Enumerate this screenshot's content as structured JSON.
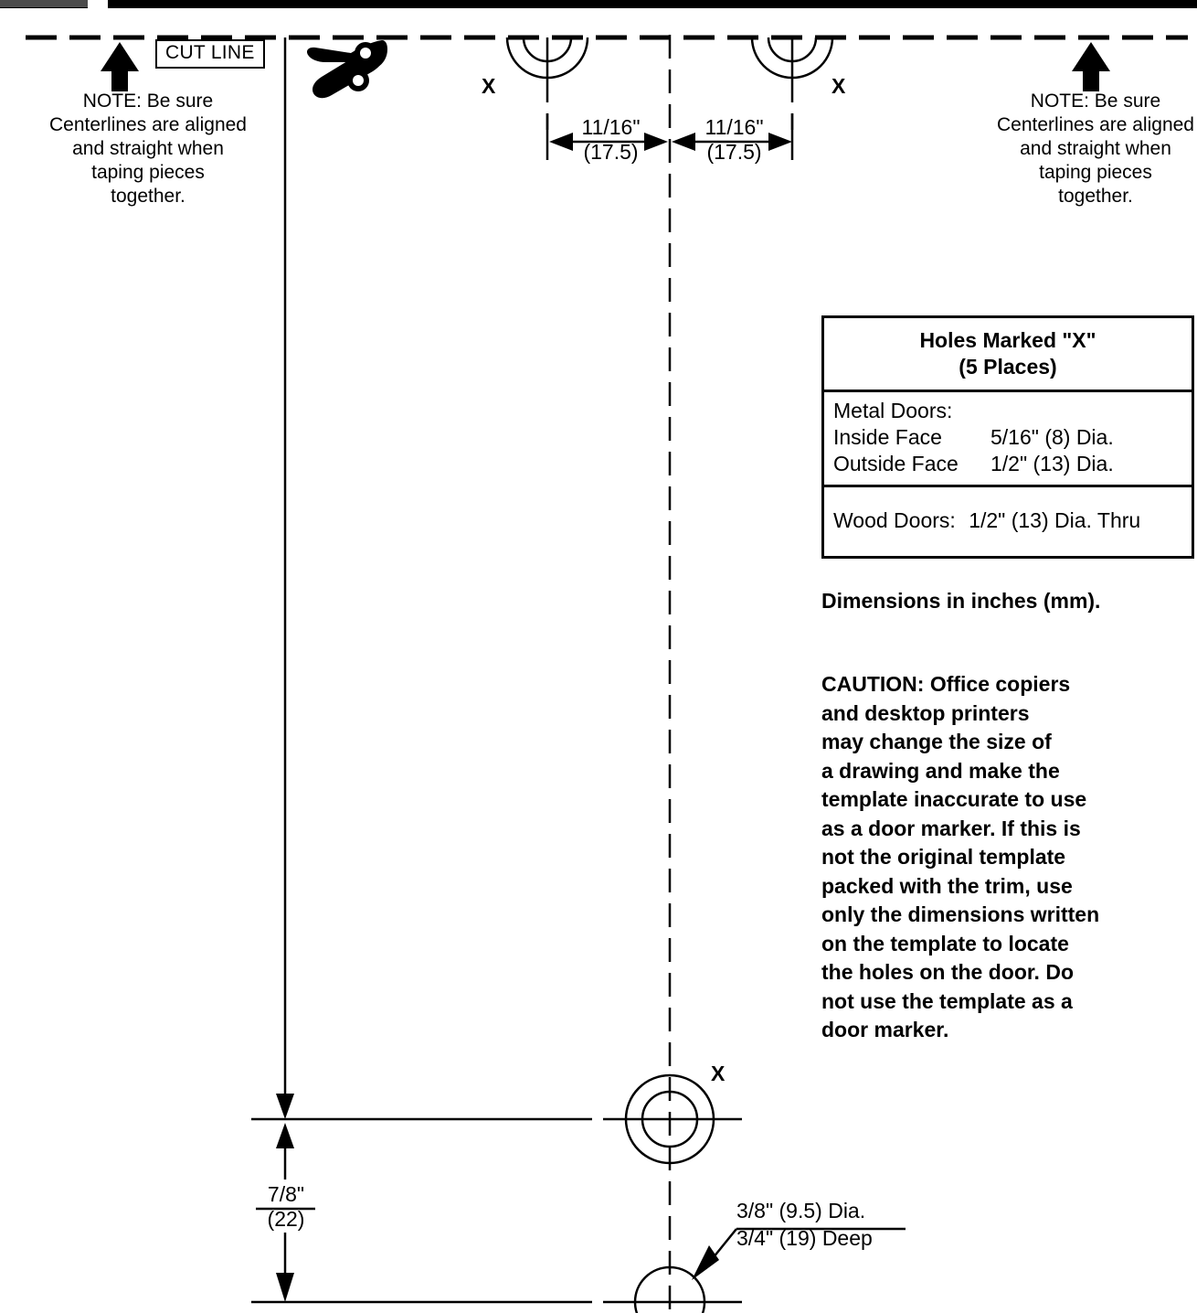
{
  "document": {
    "type": "door-hardware-drilling-template",
    "title_bar_present": true
  },
  "cut_line": {
    "label": "CUT LINE",
    "scissors_icon": "scissors-icon",
    "arrow_icon": "up-arrow-icon"
  },
  "notes": {
    "left": "NOTE: Be sure\nCenterlines are aligned\nand straight when\ntaping pieces\ntogether.",
    "right": "NOTE: Be sure\nCenterlines are aligned\nand straight when\ntaping pieces\ntogether.",
    "left_lines": [
      "NOTE: Be sure",
      "Centerlines are aligned",
      "and straight when",
      "taping pieces",
      "together."
    ],
    "right_lines": [
      "NOTE: Be sure",
      "Centerlines are aligned",
      "and straight when",
      "taping pieces",
      "together."
    ]
  },
  "hole_marks": {
    "label": "X",
    "top_left": "X",
    "top_right": "X",
    "bottom": "X"
  },
  "dimensions": {
    "horizontal_left": {
      "imperial": "11/16\"",
      "metric": "(17.5)"
    },
    "horizontal_right": {
      "imperial": "11/16\"",
      "metric": "(17.5)"
    },
    "vertical": {
      "imperial": "7/8\"",
      "metric": "(22)"
    }
  },
  "callout": {
    "line1": "3/8\" (9.5) Dia.",
    "line2": "3/4\" (19) Deep"
  },
  "holes_table": {
    "title_line1": "Holes Marked \"X\"",
    "title_line2": "(5 Places)",
    "metal_heading": "Metal Doors:",
    "rows": [
      {
        "label": "Inside Face",
        "value": "5/16\" (8) Dia."
      },
      {
        "label": "Outside Face",
        "value": "1/2\" (13) Dia."
      }
    ],
    "wood_label": "Wood Doors:",
    "wood_value": "1/2\" (13) Dia. Thru"
  },
  "dimensions_note": "Dimensions in inches (mm).",
  "caution": {
    "text": "CAUTION: Office copiers and desktop printers may change the size of a drawing and make the template inaccurate to use as a door marker. If this is not the original template packed with the trim, use only the dimensions written on the template to locate the holes on the door. Do not use the template as a door marker.",
    "lines": [
      "CAUTION: Office copiers",
      "and desktop printers",
      "may change the size of",
      "a drawing and make the",
      "template inaccurate to use",
      "as a door marker. If this is",
      "not the original template",
      "packed with the trim, use",
      "only the dimensions written",
      "on the template to locate",
      "the holes on the door. Do",
      "not use the template as a",
      "door marker."
    ]
  },
  "colors": {
    "ink": "#000000",
    "paper": "#ffffff",
    "header_gray": "#4b4b4b"
  }
}
